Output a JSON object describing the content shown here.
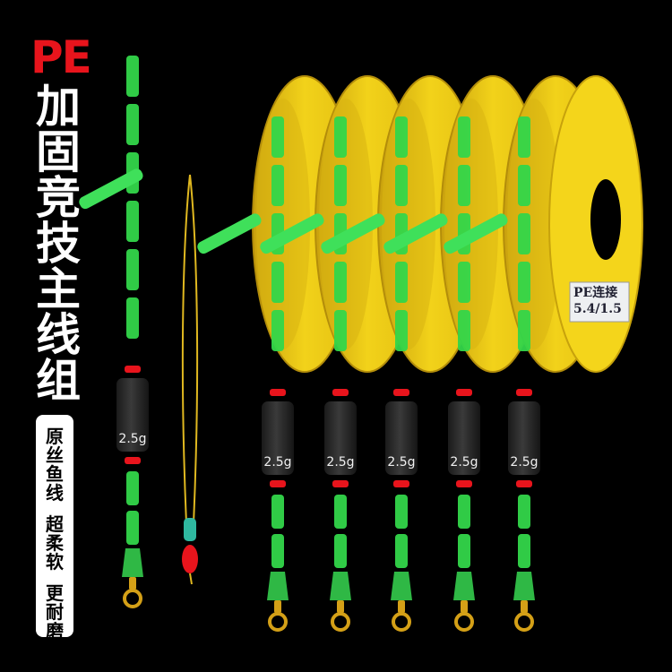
{
  "headline": {
    "prefix": "PE",
    "chars": [
      "加",
      "固",
      "竞",
      "技",
      "主",
      "线",
      "组"
    ]
  },
  "badge": {
    "groups": [
      [
        "原",
        "丝",
        "鱼",
        "线"
      ],
      [
        "超",
        "柔",
        "软"
      ],
      [
        "更",
        "耐",
        "磨"
      ]
    ]
  },
  "spool_label": {
    "line1": "PE连接",
    "line2": "5.4/1.5"
  },
  "float_weight": "2.5g",
  "colors": {
    "background": "#000000",
    "accent_red": "#e8141c",
    "spool_yellow": "#f2d21a",
    "float_green": "#33d64a",
    "weight_body": "#2b2b2b",
    "swivel_gold": "#d4a017"
  }
}
